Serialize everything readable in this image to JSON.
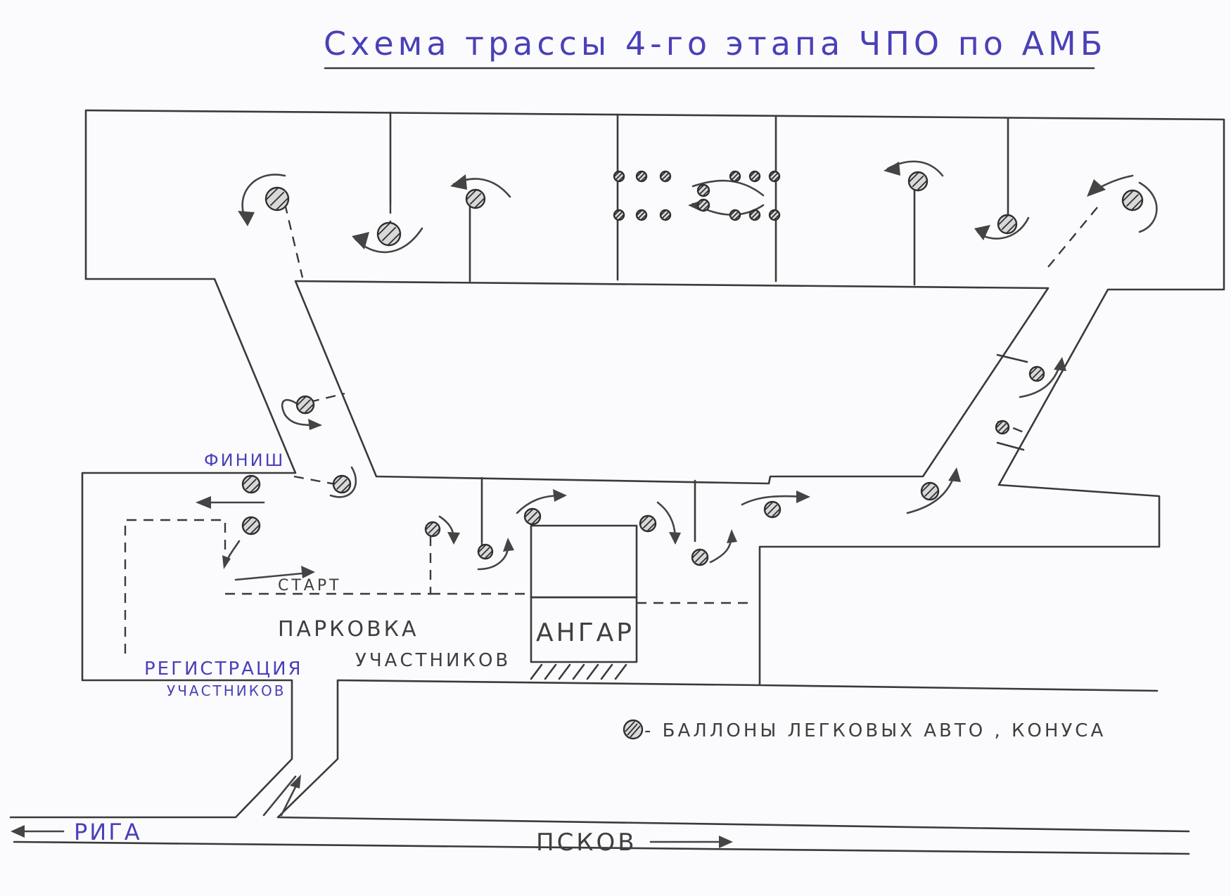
{
  "title": "Схема трассы 4-го этапа ЧПО по АМБ",
  "labels": {
    "finish": "ФИНИШ",
    "start": "СТАРТ",
    "parking_line1": "ПАРКОВКА",
    "parking_line2": "УЧАСТНИКОВ",
    "registration_line1": "РЕГИСТРАЦИЯ",
    "registration_line2": "УЧАСТНИКОВ",
    "hangar": "АНГАР",
    "riga": "РИГА",
    "pskov": "ПСКОВ"
  },
  "legend": {
    "icon": "tire-cone-icon",
    "text": "- БАЛЛОНЫ ЛЕГКОВЫХ АВТО , КОНУСА"
  },
  "colors": {
    "ink_blue": "#4a40b8",
    "pencil": "#3a3a3a"
  }
}
